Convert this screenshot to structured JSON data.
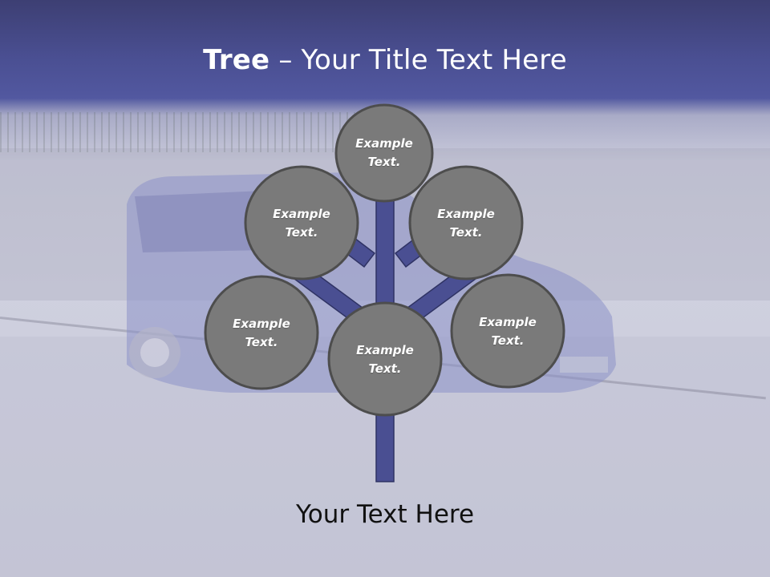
{
  "title": {
    "bold": "Tree",
    "dash": "–",
    "rest": "Your Title Text Here"
  },
  "circles": [
    {
      "line1": "Example",
      "line2": "Text."
    },
    {
      "line1": "Example",
      "line2": "Text."
    },
    {
      "line1": "Example",
      "line2": "Text."
    },
    {
      "line1": "Example",
      "line2": "Text."
    },
    {
      "line1": "Example",
      "line2": "Text."
    },
    {
      "line1": "Example",
      "line2": "Text."
    }
  ],
  "bottom_text": "Your Text Here",
  "colors": {
    "trunk": "#4a4f92",
    "circle_fill": "#7a7a7a",
    "circle_stroke": "#4d4d4d",
    "header": "#4a4f92"
  }
}
